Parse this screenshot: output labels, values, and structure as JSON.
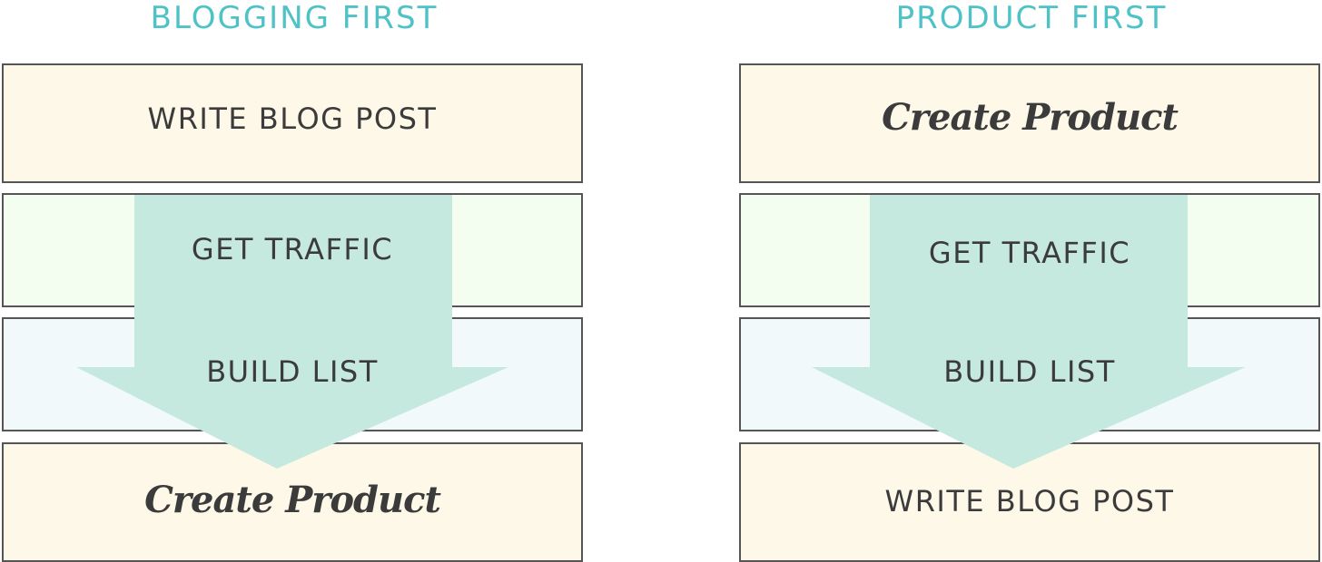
{
  "colors": {
    "heading": "#4ec2c7",
    "cream": "#fdf8e7",
    "mint": "#f3fdf0",
    "sky": "#f1f9fb",
    "arrow": "#c6e9df",
    "border": "#555555",
    "text": "#3b3b3b"
  },
  "columns": [
    {
      "heading": "BLOGGING FIRST",
      "steps": [
        {
          "label": "WRITE BLOG POST",
          "style": "caps",
          "fill": "cream"
        },
        {
          "label": "GET TRAFFIC",
          "style": "caps",
          "fill": "mint"
        },
        {
          "label": "BUILD LIST",
          "style": "caps",
          "fill": "sky"
        },
        {
          "label": "Create Product",
          "style": "script",
          "fill": "cream"
        }
      ]
    },
    {
      "heading": "PRODUCT FIRST",
      "steps": [
        {
          "label": "Create Product",
          "style": "script",
          "fill": "cream"
        },
        {
          "label": "GET TRAFFIC",
          "style": "caps",
          "fill": "mint"
        },
        {
          "label": "BUILD LIST",
          "style": "caps",
          "fill": "sky"
        },
        {
          "label": "WRITE BLOG POST",
          "style": "caps",
          "fill": "cream"
        }
      ]
    }
  ]
}
